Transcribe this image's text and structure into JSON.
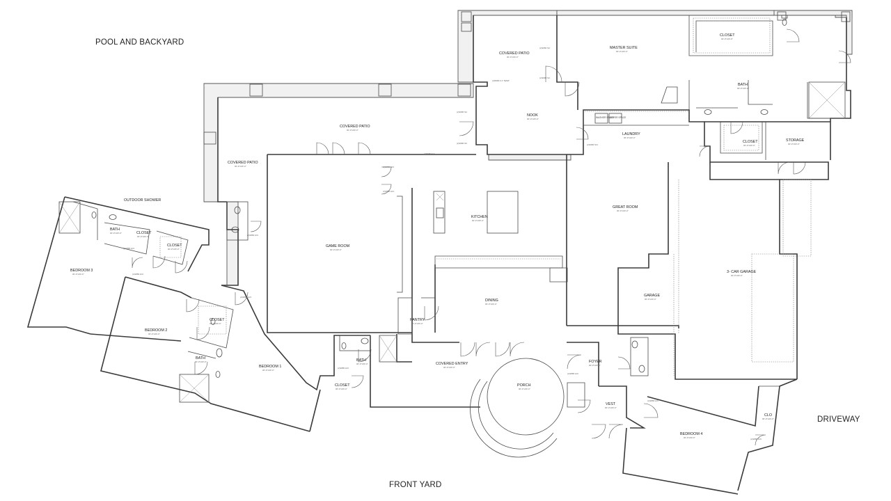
{
  "area_labels": {
    "pool": "POOL AND BACKYARD",
    "front_yard": "FRONT YARD",
    "driveway": "DRIVEWAY"
  },
  "rooms": {
    "covered_patio_top": "COVERED PATIO",
    "master_suite": "MASTER SUITE",
    "closet_master": "CLOSET",
    "bath_master": "BATH",
    "nook": "NOOK",
    "laundry": "LAUNDRY",
    "closet_laundry": "CLOSET",
    "storage": "STORAGE",
    "covered_patio_mid": "COVERED PATIO",
    "covered_patio_left": "COVERED PATIO",
    "outdoor_shower": "OUTDOOR SHOWER",
    "bath_3": "BATH",
    "closet_3": "CLOSET",
    "closet_3b": "CLOSET",
    "bedroom_3": "BEDROOM 3",
    "game_room": "GAME ROOM",
    "kitchen": "KITCHEN",
    "great_room": "GREAT ROOM",
    "garage_3car": "3- CAR GARAGE",
    "garage": "GARAGE",
    "bedroom_2": "BEDROOM 2",
    "closet_2": "CLOSET",
    "bath_2": "BATH",
    "pantry": "PANTRY",
    "dining": "DINING",
    "bedroom_1": "BEDROOM 1",
    "bath_1": "BATH",
    "closet_1": "CLOSET",
    "covered_entry": "COVERED ENTRY",
    "porch": "PORCH",
    "foyer": "FOYER",
    "vest": "VEST",
    "bedroom_4": "BEDROOM 4",
    "clo": "CLO",
    "washer_space": "WASHER SPACE",
    "dryer_space": "DRYER SPACE"
  },
  "dims": {
    "generic": "00'-0\"x00'-0\"",
    "door_a": "(2)3080 SC",
    "door_b": "(2)2880 H/C",
    "door_c": "(2)6080 F.X TEMP",
    "door_d": "(2)6080 F.X",
    "door_e": "(2)3080 S/C",
    "door_f": "(2)2880 H/C"
  },
  "colors": {
    "wall": "#3a3a3a",
    "patio_fill": "#f1f1f1",
    "label": "#222222"
  }
}
